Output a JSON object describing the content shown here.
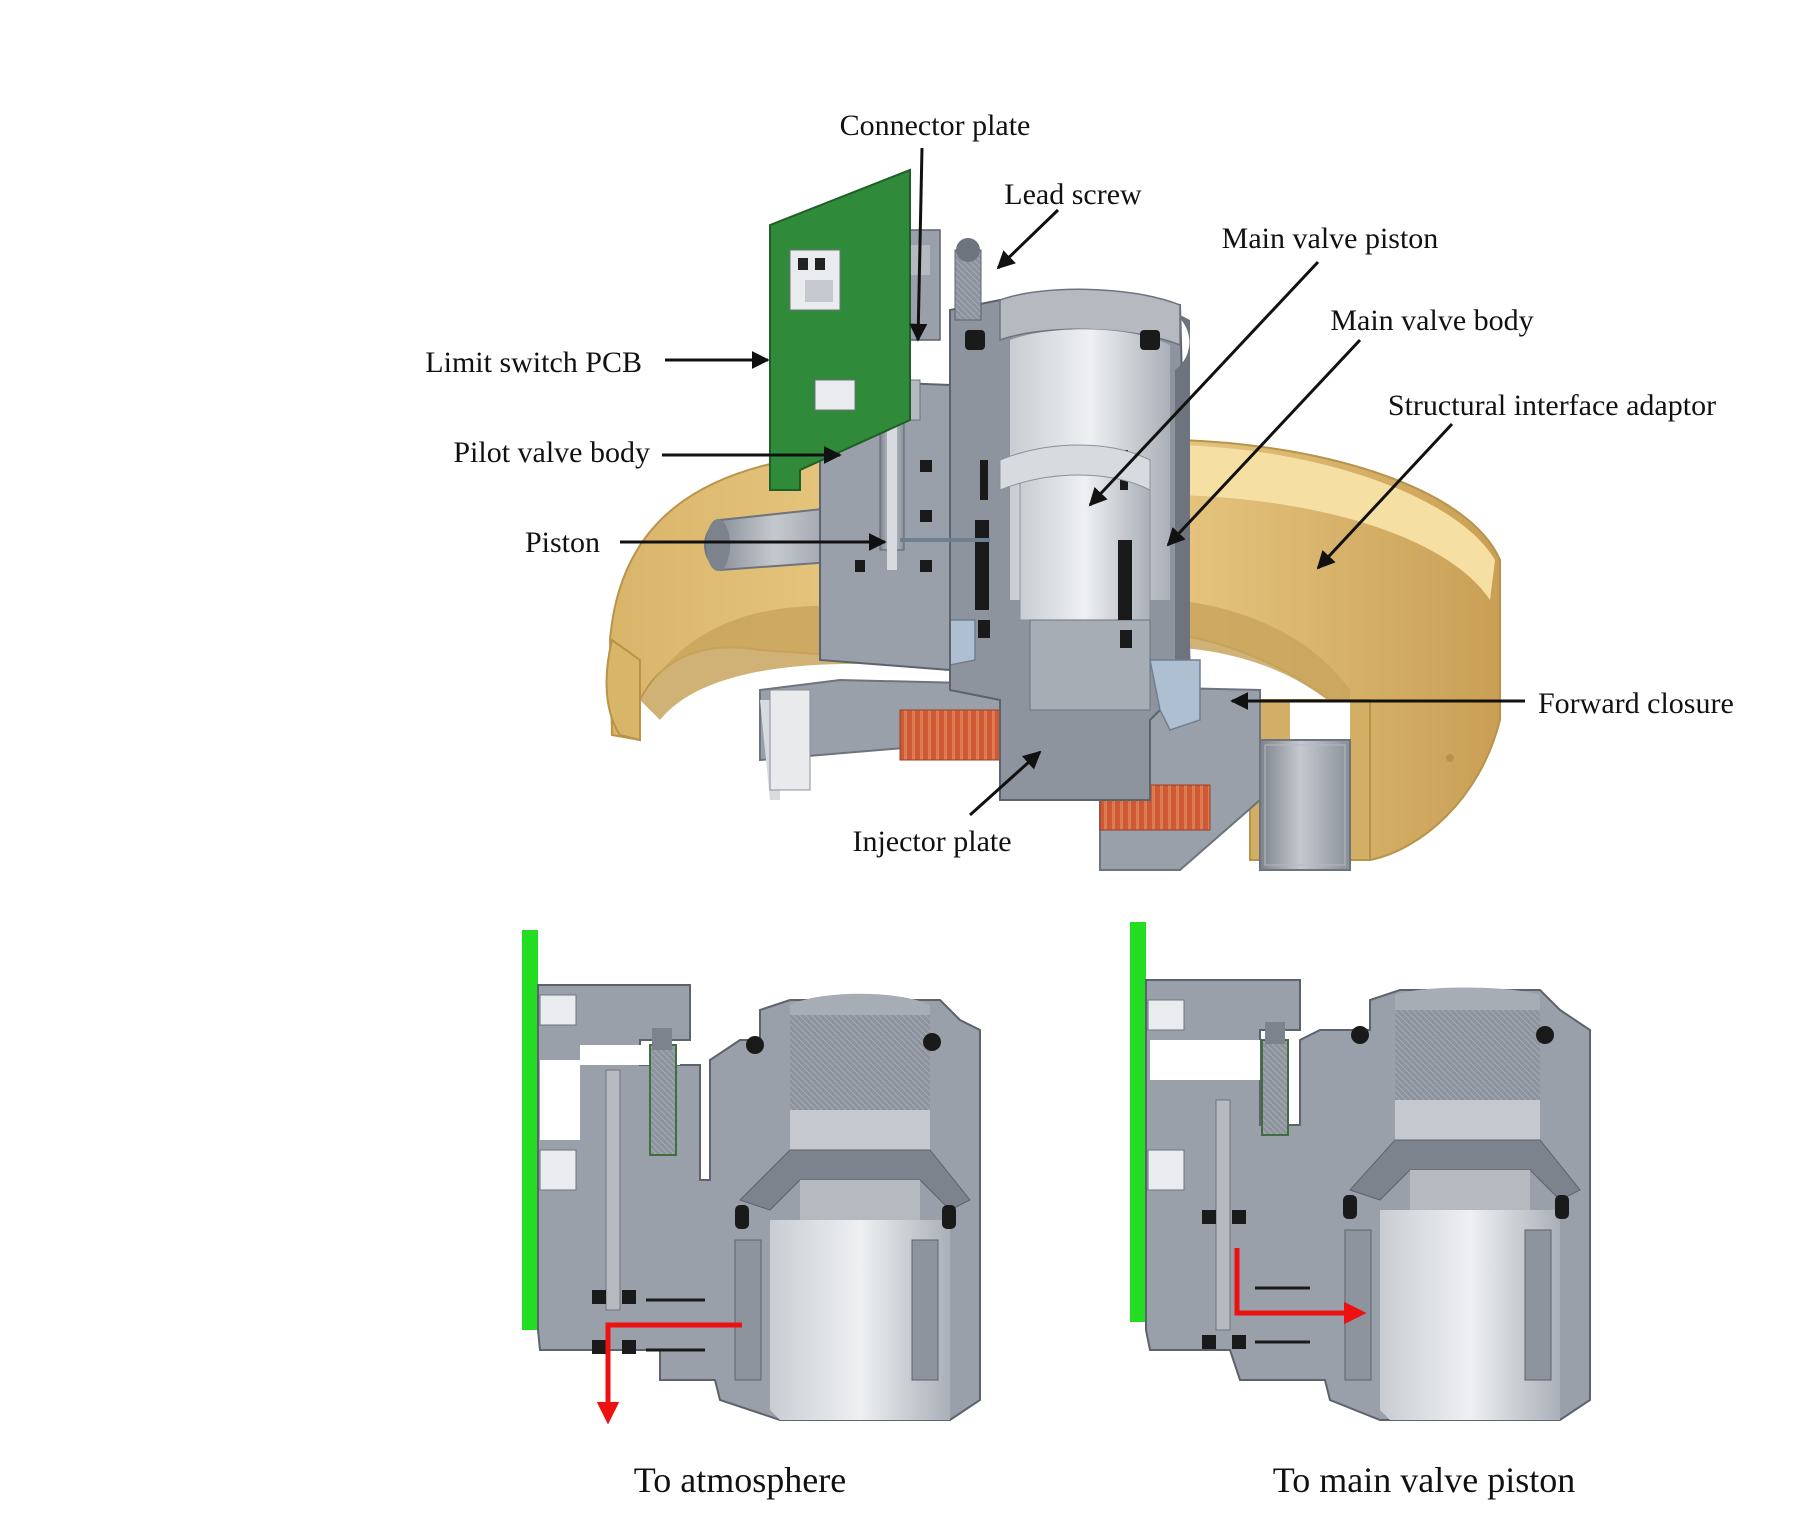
{
  "labels": {
    "connector_plate": "Connector plate",
    "lead_screw": "Lead screw",
    "main_valve_piston": "Main valve piston",
    "main_valve_body": "Main valve body",
    "structural_interface_adaptor": "Structural interface adaptor",
    "limit_switch_pcb": "Limit switch PCB",
    "pilot_valve_body": "Pilot valve body",
    "piston": "Piston",
    "forward_closure": "Forward closure",
    "injector_plate": "Injector plate"
  },
  "captions": {
    "left": "To atmosphere",
    "right": "To main valve piston"
  },
  "colors": {
    "adaptor_gold": "#e8c77f",
    "adaptor_dark": "#c9a55e",
    "pcb_green": "#2f8a3a",
    "pcb_bright": "#22dd22",
    "steel": "#9aa0aa",
    "steel_dark": "#6e747e",
    "steel_light": "#c8ccd2",
    "copper": "#cc5a35",
    "flow_arrow": "#ee1111"
  },
  "icons": {
    "callout_arrow": "arrow-icon",
    "flow_arrow": "flow-arrow-icon"
  }
}
